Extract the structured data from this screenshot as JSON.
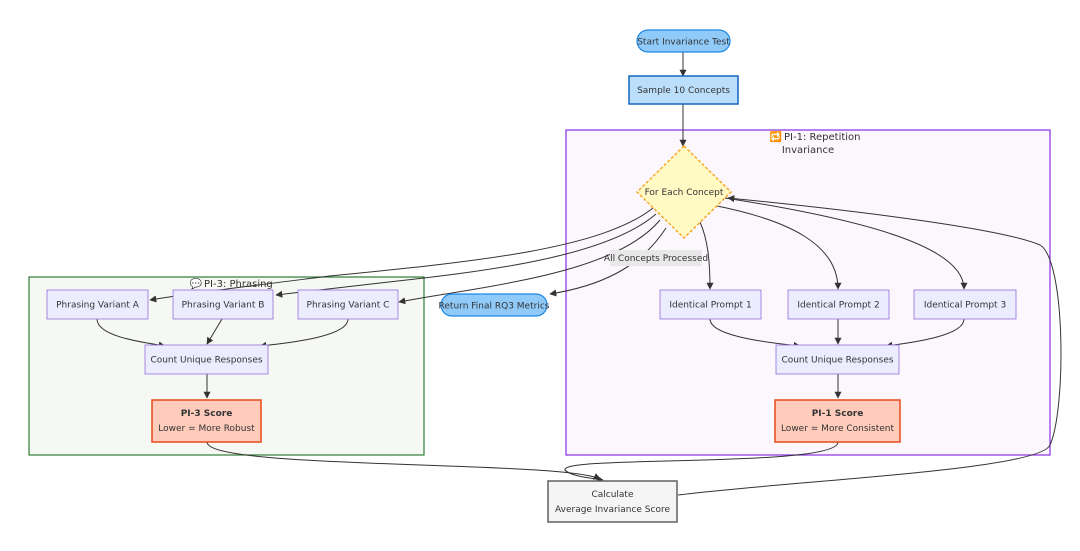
{
  "colors": {
    "stroke": "#333333",
    "terminal_fill": "#90caf9",
    "terminal_stroke": "#1e88e5",
    "process_fill": "#bbdefb",
    "process_stroke": "#1565c0",
    "node_fill": "#ececff",
    "node_stroke": "#9370db",
    "decision_fill": "#fff9c4",
    "decision_stroke": "#f9a825",
    "score_fill": "#ffccbc",
    "score_stroke": "#e64a19",
    "calc_fill": "#f5f5f5",
    "calc_stroke": "#616161",
    "pi1_fill": "#fcf7fc",
    "pi1_stroke": "#8a2be2",
    "pi3_fill": "#f6f8f4",
    "pi3_stroke": "#2e7d32",
    "edge_label_bg": "#e8e8e8"
  },
  "subgraphs": {
    "pi1": {
      "icon": "🔁",
      "title_line1": "PI-1: Repetition",
      "title_line2": "Invariance"
    },
    "pi3": {
      "icon": "💬",
      "title": "PI-3: Phrasing"
    }
  },
  "nodes": {
    "start": "Start Invariance Test",
    "sample": "Sample 10 Concepts",
    "for_each": "For Each Concept",
    "return_final": "Return Final RQ3 Metrics",
    "identical_1": "Identical Prompt 1",
    "identical_2": "Identical Prompt 2",
    "identical_3": "Identical Prompt 3",
    "count_pi1": "Count Unique Responses",
    "pi1_score": {
      "title": "PI-1 Score",
      "subtitle": "Lower = More Consistent"
    },
    "variant_a": "Phrasing Variant A",
    "variant_b": "Phrasing Variant B",
    "variant_c": "Phrasing Variant C",
    "count_pi3": "Count Unique Responses",
    "pi3_score": {
      "title": "PI-3 Score",
      "subtitle": "Lower = More Robust"
    },
    "calculate": {
      "line1": "Calculate",
      "line2": "Average Invariance Score"
    }
  },
  "edge_labels": {
    "all_processed": "All Concepts Processed"
  }
}
